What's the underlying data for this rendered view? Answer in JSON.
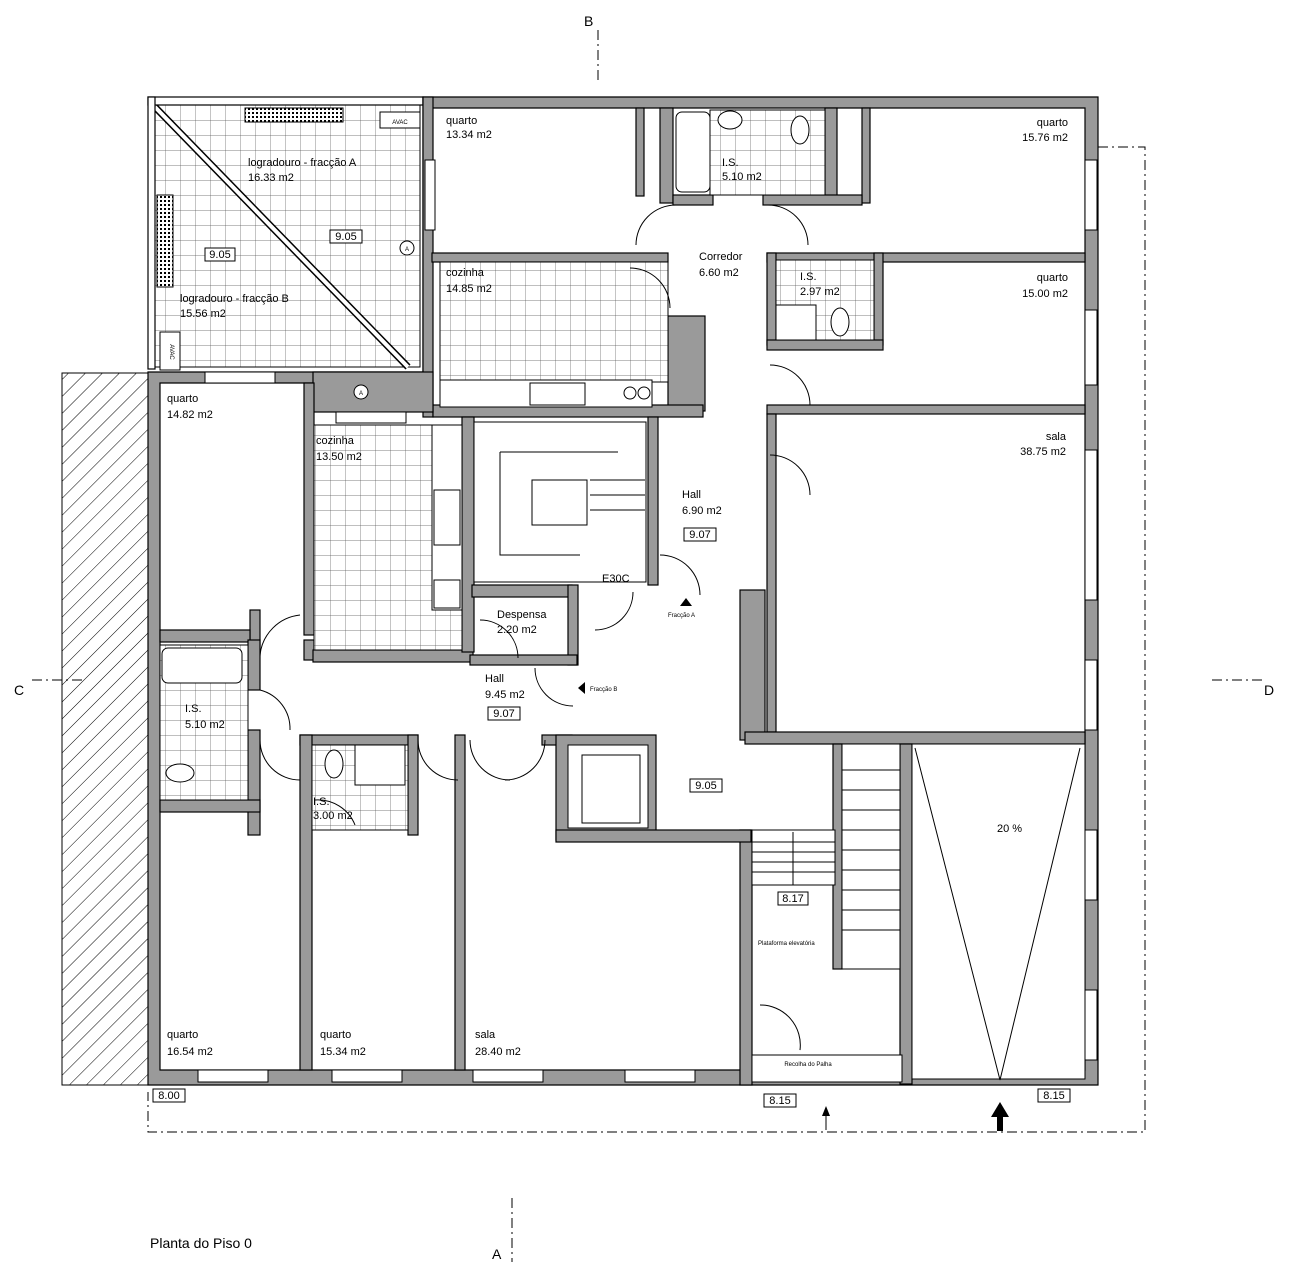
{
  "title": "Planta do Piso 0",
  "section_marks": {
    "top": "B",
    "bottom": "A",
    "left": "C",
    "right": "D"
  },
  "rooms": [
    {
      "id": "logradouro-a",
      "name": "logradouro - fracção A",
      "area": "16.33 m2"
    },
    {
      "id": "logradouro-b",
      "name": "logradouro - fracção B",
      "area": "15.56 m2"
    },
    {
      "id": "quarto-1",
      "name": "quarto",
      "area": "13.34 m2"
    },
    {
      "id": "is-1",
      "name": "I.S.",
      "area": "5.10 m2"
    },
    {
      "id": "quarto-2",
      "name": "quarto",
      "area": "15.76 m2"
    },
    {
      "id": "corredor",
      "name": "Corredor",
      "area": "6.60 m2"
    },
    {
      "id": "cozinha-1",
      "name": "cozinha",
      "area": "14.85 m2"
    },
    {
      "id": "is-2",
      "name": "I.S.",
      "area": "2.97 m2"
    },
    {
      "id": "quarto-3",
      "name": "quarto",
      "area": "15.00 m2"
    },
    {
      "id": "quarto-4",
      "name": "quarto",
      "area": "14.82 m2"
    },
    {
      "id": "cozinha-2",
      "name": "cozinha",
      "area": "13.50 m2"
    },
    {
      "id": "sala-1",
      "name": "sala",
      "area": "38.75 m2"
    },
    {
      "id": "hall-1",
      "name": "Hall",
      "area": "6.90 m2"
    },
    {
      "id": "despensa",
      "name": "Despensa",
      "area": "2.20 m2"
    },
    {
      "id": "hall-2",
      "name": "Hall",
      "area": "9.45 m2"
    },
    {
      "id": "is-3",
      "name": "I.S.",
      "area": "5.10 m2"
    },
    {
      "id": "is-4",
      "name": "I.S.",
      "area": "3.00 m2"
    },
    {
      "id": "quarto-5",
      "name": "quarto",
      "area": "16.54 m2"
    },
    {
      "id": "quarto-6",
      "name": "quarto",
      "area": "15.34 m2"
    },
    {
      "id": "sala-2",
      "name": "sala",
      "area": "28.40 m2"
    }
  ],
  "levels": [
    "9.05",
    "9.05",
    "9.07",
    "9.07",
    "9.05",
    "8.17",
    "8.00",
    "8.15",
    "8.15"
  ],
  "annotations": {
    "e30c": "E30C",
    "fraccao_a": "Fracção A",
    "fraccao_b": "Fracção B",
    "plataforma": "Plataforma elevatória",
    "recolha": "Recolha do Palha",
    "ramp_slope": "20 %",
    "mark_a": "A",
    "avac": "AVAC"
  }
}
